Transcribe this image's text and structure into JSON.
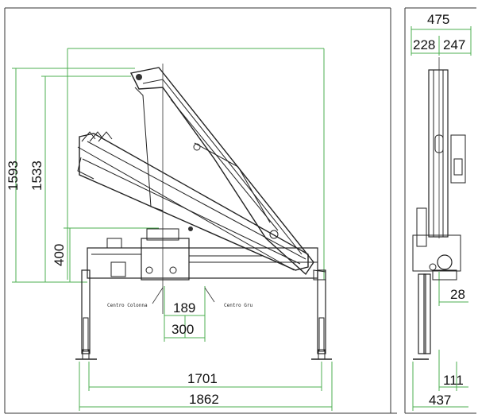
{
  "side_view": {
    "dims": {
      "total_height": "1593",
      "boom_height": "1533",
      "base_height": "400",
      "offset_189": "189",
      "offset_300": "300",
      "stabilizer_inner": "1701",
      "stabilizer_outer": "1862"
    },
    "labels": {
      "column_center": "Centro Colonna",
      "crane_center": "Centro Gru"
    }
  },
  "front_view": {
    "dims": {
      "total_width": "475",
      "half_left": "228",
      "half_right": "247",
      "foot_28": "28",
      "foot_111": "111",
      "base_437": "437"
    }
  },
  "colors": {
    "dimension_line": "#4caf50",
    "outline": "#222222",
    "background": "#ffffff"
  }
}
